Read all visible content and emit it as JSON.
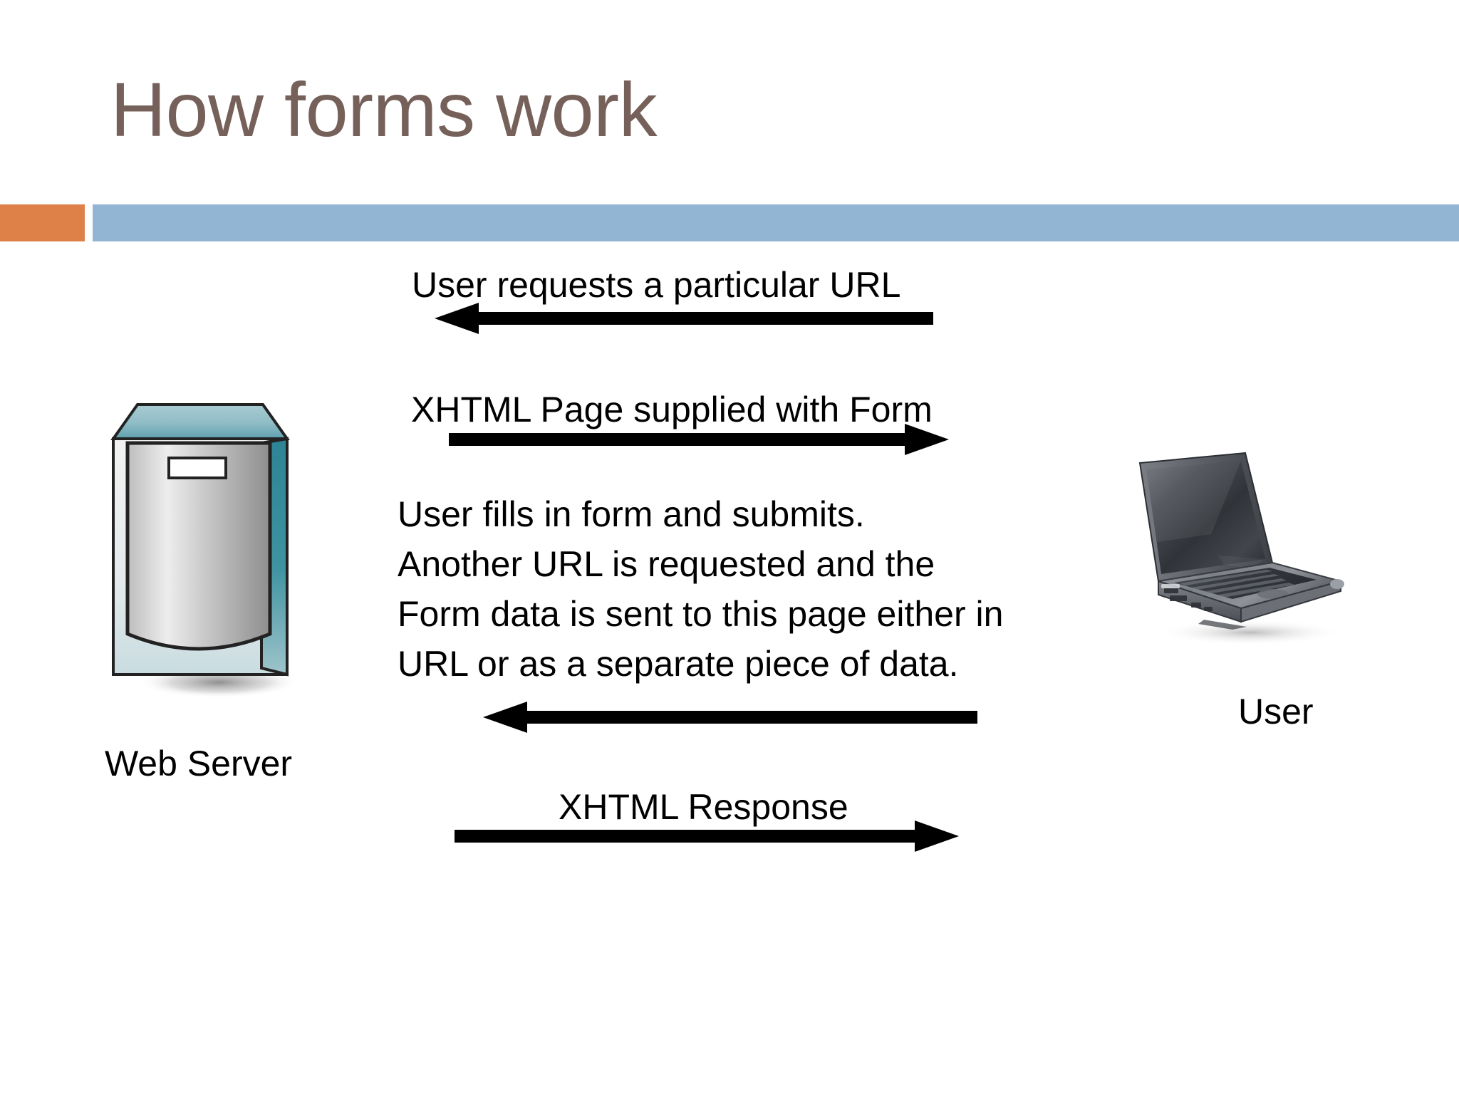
{
  "slide": {
    "title": "How forms work",
    "title_color": "#76605A",
    "background_color": "#FFFFFF",
    "accent_bar_orange": "#DD8149",
    "accent_bar_blue": "#93B5D4"
  },
  "diagram": {
    "type": "sequence-diagram",
    "nodes": [
      {
        "id": "web-server",
        "label": "Web Server",
        "icon": "server-tower-icon",
        "side": "left"
      },
      {
        "id": "user",
        "label": "User",
        "icon": "laptop-icon",
        "side": "right"
      }
    ],
    "messages": [
      {
        "index": 1,
        "label": "User requests a particular URL",
        "direction": "right-to-left",
        "from": "user",
        "to": "web-server"
      },
      {
        "index": 2,
        "label": "XHTML Page supplied with Form",
        "direction": "left-to-right",
        "from": "web-server",
        "to": "user"
      },
      {
        "index": 3,
        "label": "",
        "direction": "right-to-left",
        "from": "user",
        "to": "web-server",
        "note_lines": [
          "User fills in form and submits.",
          "Another URL is requested and the",
          "Form data is sent to this page either in",
          "URL or as a separate piece of data."
        ]
      },
      {
        "index": 4,
        "label": "XHTML Response",
        "direction": "left-to-right",
        "from": "web-server",
        "to": "user"
      }
    ],
    "note": {
      "line1": "User fills in form and submits.",
      "line2": "Another URL is requested and the",
      "line3": "Form data is sent to this page either in",
      "line4": "URL or as a separate piece of data."
    },
    "labels": {
      "msg1": "User requests a particular URL",
      "msg2": "XHTML Page supplied with Form",
      "msg4": "XHTML Response",
      "server": "Web Server",
      "user": "User"
    },
    "arrow_color": "#000000"
  }
}
